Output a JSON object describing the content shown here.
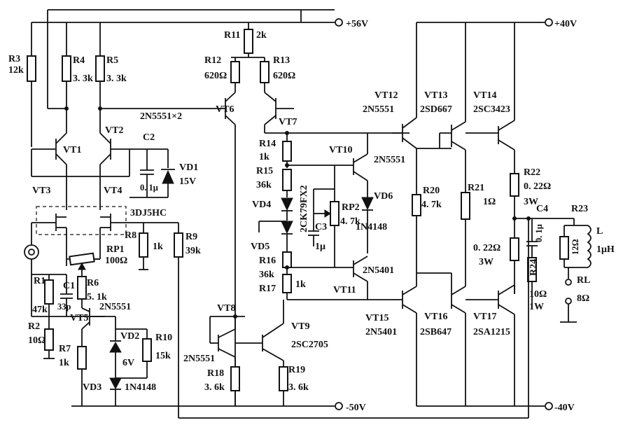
{
  "rails": {
    "pos56": "+56V",
    "neg50": "-50V",
    "pos40": "+40V",
    "neg40": "-40V"
  },
  "labels": {
    "R3": "R3",
    "R3v": "12k",
    "R4": "R4",
    "R4v": "3. 3k",
    "R5": "R5",
    "R5v": "3. 3k",
    "R11": "R11",
    "R11v": "2k",
    "R12": "R12",
    "R12v": "620Ω",
    "R13": "R13",
    "R13v": "620Ω",
    "VT6": "VT6",
    "VT7": "VT7",
    "pair": "2N5551×2",
    "VT1": "VT1",
    "VT2": "VT2",
    "C2": "C2",
    "C2v": "0. 1μ",
    "VD1": "VD1",
    "VD1v": "15V",
    "VT3": "VT3",
    "VT4": "VT4",
    "jfet": "3DJ5HC",
    "R8": "R8",
    "R8v": "1k",
    "R9": "R9",
    "R9v": "39k",
    "RP1": "RP1",
    "RP1v": "100Ω",
    "R1": "R1",
    "R1v": "47k",
    "C1": "C1",
    "C1v": "33p",
    "R6": "R6",
    "R6v": "5. 1k",
    "VT5": "VT5",
    "VT5t": "2N5551",
    "R2": "R2",
    "R2v": "10Ω",
    "R7": "R7",
    "R7v": "1k",
    "VD2": "VD2",
    "VD2v": "6V",
    "R10": "R10",
    "R10v": "15k",
    "VD3": "VD3",
    "VD3t": "1N4148",
    "R14": "R14",
    "R14v": "1k",
    "R15": "R15",
    "R15v": "36k",
    "VD4": "VD4",
    "VD5": "VD5",
    "VD45t": "2CK79FX2",
    "C3": "C3",
    "C3v": "1μ",
    "RP2": "RP2",
    "RP2v": "4. 7k",
    "VD6": "VD6",
    "VD6t": "1N4148",
    "VT10": "VT10",
    "VT10t": "2N5551",
    "R16": "R16",
    "R16v": "36k",
    "R17": "R17",
    "R17v": "1k",
    "VT11": "VT11",
    "VT11t": "2N5401",
    "VT8": "VT8",
    "VT8t": "2N5551",
    "VT9": "VT9",
    "VT9t": "2SC2705",
    "R18": "R18",
    "R18v": "3. 6k",
    "R19": "R19",
    "R19v": "3. 6k",
    "VT12": "VT12",
    "VT12t": "2N5551",
    "VT13": "VT13",
    "VT13t": "2SD667",
    "VT14": "VT14",
    "VT14t": "2SC3423",
    "R20": "R20",
    "R20v": "4. 7k",
    "R21": "R21",
    "R21v": "1Ω",
    "R22": "R22",
    "R22v": "0. 22Ω",
    "R22w": "3W",
    "R23": "R23",
    "C4": "C4",
    "C4v": "0. 1μ",
    "R24": "R24",
    "R24v": "10Ω",
    "R24w": "1W",
    "R25v": "0. 22Ω",
    "R25w": "3W",
    "VT15": "VT15",
    "VT15t": "2N5401",
    "VT16": "VT16",
    "VT16t": "2SB647",
    "VT17": "VT17",
    "VT17t": "2SA1215",
    "L": "L",
    "Lv": "1μH",
    "RLres": "12Ω",
    "RL": "RL",
    "RLv": "8Ω"
  }
}
